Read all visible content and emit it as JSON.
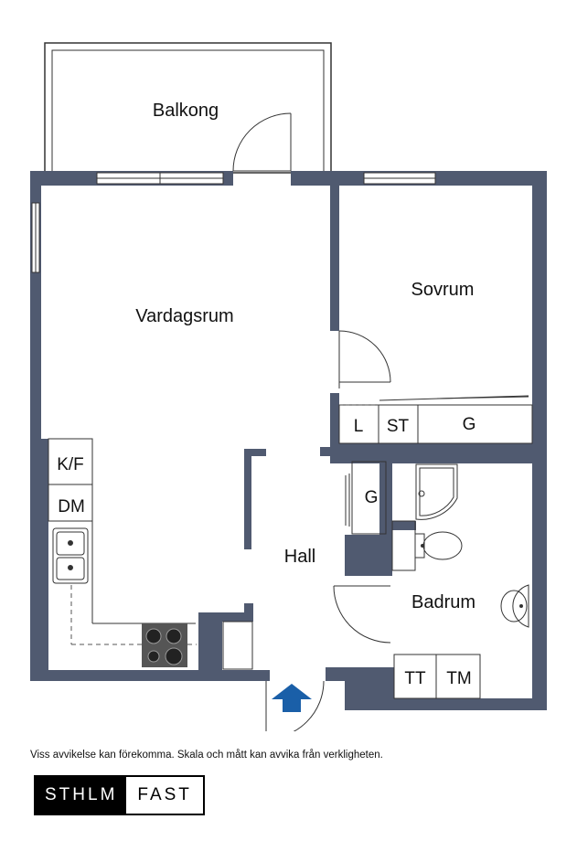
{
  "rooms": {
    "balcony": "Balkong",
    "living_room": "Vardagsrum",
    "bedroom": "Sovrum",
    "hall": "Hall",
    "bathroom": "Badrum"
  },
  "fixtures": {
    "fridge_freezer": "K/F",
    "dishwasher": "DM",
    "linen": "L",
    "storage": "ST",
    "wardrobe_bedroom": "G",
    "wardrobe_hall": "G",
    "dryer": "TT",
    "washer": "TM"
  },
  "disclaimer": "Viss avvikelse kan förekomma. Skala och mått kan avvika från verkligheten.",
  "logo": {
    "dark_part": "STHLM",
    "light_part": "FAST"
  },
  "colors": {
    "wall": "#505a70",
    "entrance_arrow": "#1a5fa8"
  }
}
